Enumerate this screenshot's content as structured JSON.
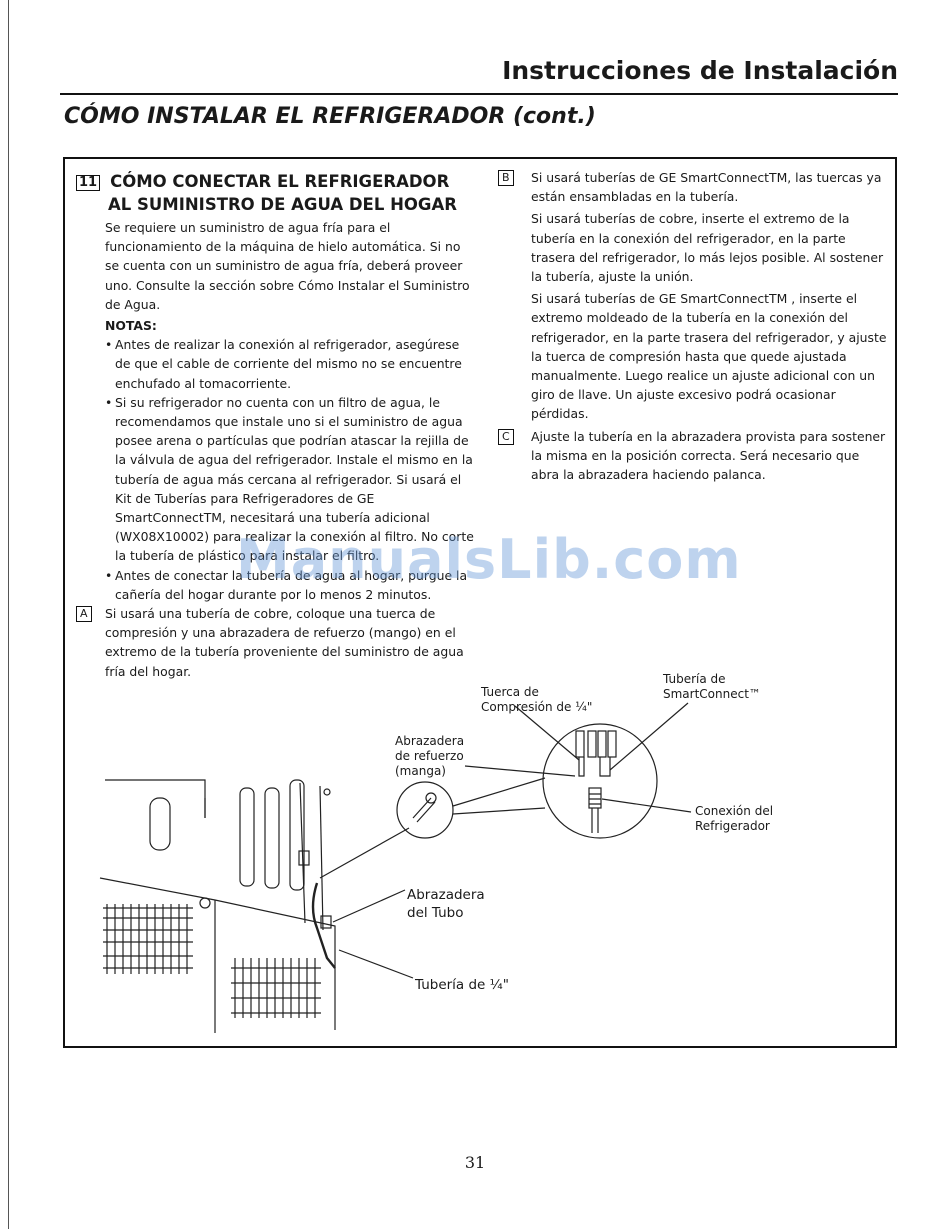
{
  "header": {
    "title": "Instrucciones de Instalación",
    "section": "CÓMO INSTALAR EL REFRIGERADOR (cont.)"
  },
  "step11": {
    "number": "11",
    "heading_line1": "CÓMO CONECTAR EL REFRIGERADOR",
    "heading_line2": "AL SUMINISTRO DE AGUA DEL HOGAR",
    "intro": "Se requiere un suministro de agua fría para el funcionamiento de la máquina de hielo automática. Si no se cuenta con un suministro de agua fría, deberá proveer uno. Consulte la sección sobre Cómo Instalar el Suministro de Agua.",
    "notes_label": "NOTAS:",
    "notes": [
      "Antes de realizar la conexión al refrigerador, asegúrese de que el cable de corriente del mismo no se encuentre enchufado al tomacorriente.",
      "Si su refrigerador no cuenta con un filtro de agua, le recomendamos que instale uno si el suministro de agua posee arena o partículas que podrían atascar la rejilla de la válvula de agua del refrigerador. Instale el mismo en la tubería de agua más cercana al refrigerador. Si usará el Kit de Tuberías para Refrigeradores de GE SmartConnectTM, necesitará una tubería adicional (WX08X10002) para realizar la conexión al filtro. No corte la tubería de plástico para instalar el filtro.",
      "Antes de conectar la tubería de agua al hogar, purgue la cañería del hogar durante por lo menos 2 minutos."
    ]
  },
  "stepA": {
    "marker": "A",
    "text": "Si usará una tubería de cobre, coloque una tuerca de compresión y una abrazadera de refuerzo (mango) en el extremo de la tubería proveniente del suministro de agua fría del hogar."
  },
  "stepB": {
    "marker": "B",
    "text1": "Si usará tuberías de GE SmartConnectTM, las tuercas ya están ensambladas en la tubería.",
    "text2": "Si usará tuberías de cobre, inserte el extremo de la tubería en la conexión del refrigerador, en la parte trasera del refrigerador, lo más lejos posible. Al sostener la tubería, ajuste la unión.",
    "text3": "Si usará tuberías de GE SmartConnectTM , inserte el extremo moldeado de la tubería en la conexión del refrigerador, en la parte trasera del refrigerador, y ajuste la tuerca de compresión hasta que quede ajustada manualmente. Luego realice un ajuste adicional con un giro de llave. Un ajuste excesivo podrá ocasionar pérdidas."
  },
  "stepC": {
    "marker": "C",
    "text": "Ajuste la tubería en la abrazadera provista para sostener la misma en la posición correcta. Será necesario que abra la abrazadera haciendo palanca."
  },
  "diagram": {
    "label_tuerca_1": "Tuerca de",
    "label_tuerca_2": "Compresión de ¼\"",
    "label_smart_1": "Tubería de",
    "label_smart_2": "SmartConnect™",
    "label_refuerzo_1": "Abrazadera",
    "label_refuerzo_2": "de refuerzo",
    "label_refuerzo_3": "(manga)",
    "label_conexion_1": "Conexión del",
    "label_conexion_2": "Refrigerador",
    "label_abrazadera_1": "Abrazadera",
    "label_abrazadera_2": "del Tubo",
    "label_tuberia": "Tubería de ¼\""
  },
  "watermark": "ManualsLib.com",
  "page_number": "31"
}
